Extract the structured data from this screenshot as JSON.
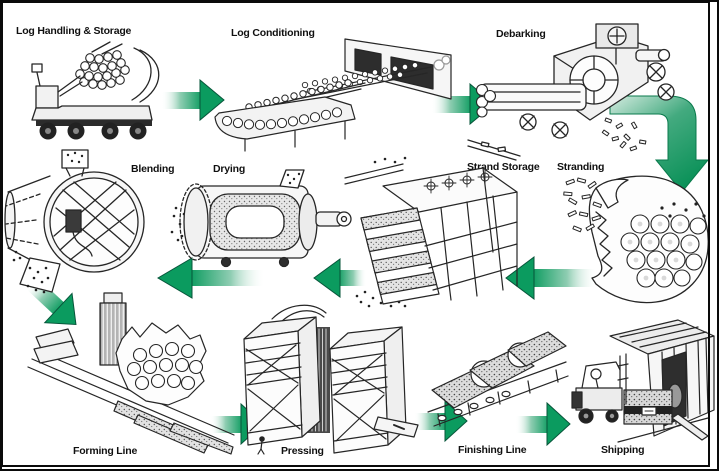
{
  "diagram_type": "process-flow",
  "subject": "Oriented strand board manufacturing process",
  "colors": {
    "background": "#ffffff",
    "frame_border": "#0a0a0a",
    "arrow_green": "#0b9b5f",
    "arrow_green_dark": "#07553a",
    "arrow_green_light": "#8fcdb2",
    "line_art_ink": "#262626"
  },
  "stations": {
    "log_handling": {
      "label": "Log Handling & Storage"
    },
    "log_conditioning": {
      "label": "Log Conditioning"
    },
    "debarking": {
      "label": "Debarking"
    },
    "stranding": {
      "label": "Stranding"
    },
    "strand_storage": {
      "label": "Strand Storage"
    },
    "drying": {
      "label": "Drying"
    },
    "blending": {
      "label": "Blending"
    },
    "forming_line": {
      "label": "Forming Line"
    },
    "pressing": {
      "label": "Pressing"
    },
    "finishing_line": {
      "label": "Finishing Line"
    },
    "shipping": {
      "label": "Shipping"
    }
  },
  "process_flow": [
    "Log Handling & Storage",
    "Log Conditioning",
    "Debarking",
    "Stranding",
    "Strand Storage",
    "Drying",
    "Blending",
    "Forming Line",
    "Pressing",
    "Finishing Line",
    "Shipping"
  ],
  "arrows": [
    {
      "from": "Log Handling & Storage",
      "to": "Log Conditioning",
      "direction": "right"
    },
    {
      "from": "Log Conditioning",
      "to": "Debarking",
      "direction": "right"
    },
    {
      "from": "Debarking",
      "to": "Stranding",
      "direction": "elbow-right-down"
    },
    {
      "from": "Stranding",
      "to": "Strand Storage",
      "direction": "left"
    },
    {
      "from": "Strand Storage",
      "to": "Drying",
      "direction": "left"
    },
    {
      "from": "Drying",
      "to": "Blending",
      "direction": "left"
    },
    {
      "from": "Blending",
      "to": "Forming Line",
      "direction": "down-right"
    },
    {
      "from": "Forming Line",
      "to": "Pressing",
      "direction": "right"
    },
    {
      "from": "Pressing",
      "to": "Finishing Line",
      "direction": "right"
    },
    {
      "from": "Finishing Line",
      "to": "Shipping",
      "direction": "right"
    }
  ]
}
